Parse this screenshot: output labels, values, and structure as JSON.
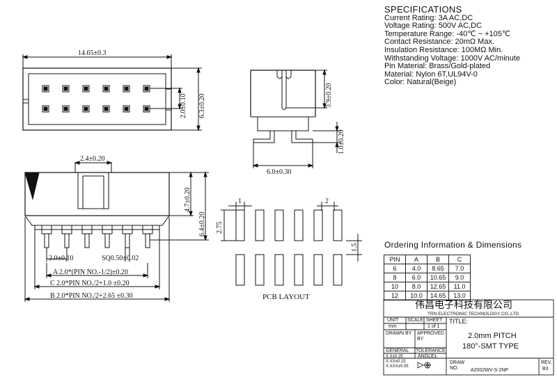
{
  "specifications": {
    "title": "SPECIFICATIONS",
    "lines": [
      "Current Rating: 3A AC,DC",
      "Voltage Rating: 500V AC,DC",
      "Temperature Range: -40℃ ~ +105℃",
      "Contact Resistance: 20mΩ Max.",
      "Insulation Resistance: 100MΩ Min.",
      "Withstanding Voltage: 1000V AC/minute",
      "Pin Material: Brass/Gold-plated",
      "Material: Nylon 6T,UL94V-0",
      "Color: Natural(Beige)"
    ]
  },
  "dimensions": {
    "top_width": "14.65±0.3",
    "row_pitch": "2.0±0.10",
    "top_height": "6.3±0.20",
    "side_slot": "3.9±0.20",
    "side_foot": "1.0±0.20",
    "side_width": "6.0±0.30",
    "latch_width": "2.4±0.20",
    "body_height": "4.7±0.20",
    "total_height": "6.4±0.20",
    "pin_pitch": "2.0±0.10",
    "pin_square": "SQ0.50±0.02",
    "dim_a": "A 2.0*(PIN NO.-1/2)±0.20",
    "dim_c": "C 2.0*PIN NO./2+1.0 ±0.20",
    "dim_b": "B 2.0*PIN NO./2+2.65 ±0.30",
    "pcb_pad_w": "1",
    "pcb_pitch": "2",
    "pcb_pad_h": "2.75",
    "pcb_gap": "1.5",
    "pcb_label": "PCB LAYOUT"
  },
  "ordering": {
    "title": "Ordering Information & Dimensions",
    "headers": [
      "PIN",
      "A",
      "B",
      "C"
    ],
    "rows": [
      [
        "6",
        "4.0",
        "8.65",
        "7.0"
      ],
      [
        "8",
        "6.0",
        "10.65",
        "9.0"
      ],
      [
        "10",
        "8.0",
        "12.65",
        "11.0"
      ],
      [
        "12",
        "10.0",
        "14.65",
        "13.0"
      ]
    ]
  },
  "title_block": {
    "company_cn": "伟昌电子科技有限公司",
    "company_en": "TRN ELECTRONIC TECHNOLOGY CO.,LTD",
    "unit_label": "UNIT",
    "unit_value": "mm",
    "scale_label": "SCALE",
    "sheet_label": "SHEET",
    "sheet_value": "1 of 1",
    "title_label": "TITLE:",
    "title_line1": "2.0mm PITCH",
    "title_line2": "180°-SMT TYPE",
    "drawn_by": "DRAWN BY",
    "approved_by": "APPROVED BY",
    "general": "GENERAL",
    "tolerance": "TOLERANCE",
    "tol_1": "X.X±0.25",
    "tol_2": "X.XX±0.15",
    "tol_3": "X.XXX±0.05",
    "angle": "ANGLE±",
    "draw_no_label": "DRAW NO.",
    "draw_no": "A2002WV-S-2NP",
    "rev_label": "REV.",
    "rev_value": "B3"
  }
}
